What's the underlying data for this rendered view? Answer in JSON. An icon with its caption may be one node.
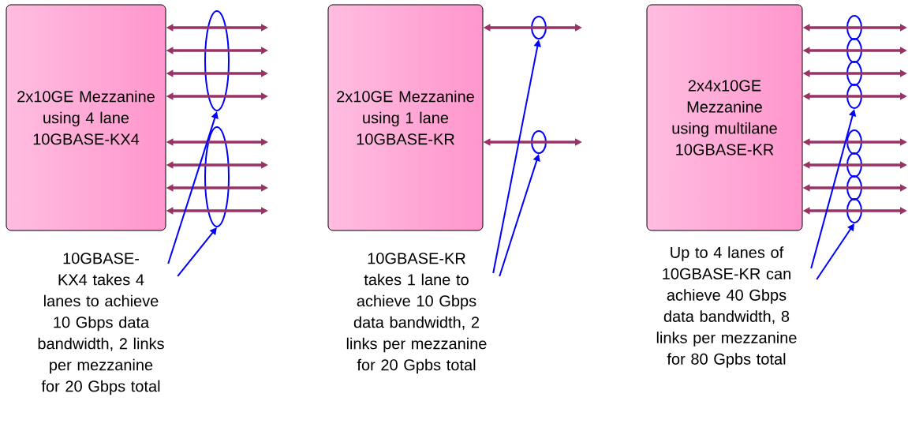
{
  "diagram": {
    "nodes": [
      {
        "text": [
          "2x10GE Mezzanine using 4 lane 10GBASE-KX4"
        ]
      },
      {
        "text": [],
        "shape": "ellipse"
      },
      {
        "text": [],
        "shape": "ellipse"
      },
      {
        "text": [
          "10GBASE-KX4 takes 4 lanes to achieve 10 Gbps data bandwidth, 2 links per mezzanine for 20 Gbps total"
        ]
      },
      {
        "text": [
          "2x10GE Mezzanine using 1 lane 10GBASE-KR"
        ]
      },
      {
        "text": [],
        "shape": "ellipse"
      },
      {
        "text": [],
        "shape": "ellipse"
      },
      {
        "text": [
          "10GBASE-KR takes 1 lane to achieve 10 Gbps data bandwidth, 2 links per mezzanine for 20 Gpbs total"
        ]
      },
      {
        "text": [
          "2x4x10GE Mezzanine using multilane 10GBASE-KR"
        ]
      },
      {
        "text": [],
        "shape": "ellipse"
      },
      {
        "text": [],
        "shape": "ellipse"
      },
      {
        "text": [],
        "shape": "ellipse"
      },
      {
        "text": [],
        "shape": "ellipse"
      },
      {
        "text": [],
        "shape": "ellipse"
      },
      {
        "text": [],
        "shape": "ellipse"
      },
      {
        "text": [],
        "shape": "ellipse"
      },
      {
        "text": [],
        "shape": "ellipse"
      },
      {
        "text": [
          "Up to 4 lanes of 10GBASE-KR can achieve 40 Gbps data bandwidth, 8 links per mezzanine for 80 Gpbs total"
        ]
      }
    ],
    "edges": [
      {
        "from": 0,
        "to": null,
        "arrow": "both"
      },
      {
        "from": 0,
        "to": null,
        "arrow": "both"
      },
      {
        "from": 0,
        "to": null,
        "arrow": "both"
      },
      {
        "from": 0,
        "to": null,
        "arrow": "both"
      },
      {
        "from": 0,
        "to": null,
        "arrow": "both"
      },
      {
        "from": 0,
        "to": null,
        "arrow": "both"
      },
      {
        "from": 0,
        "to": null,
        "arrow": "both"
      },
      {
        "from": 0,
        "to": null,
        "arrow": "both"
      },
      {
        "from": 4,
        "to": null,
        "arrow": "both"
      },
      {
        "from": 4,
        "to": null,
        "arrow": "both"
      },
      {
        "from": 8,
        "to": null,
        "arrow": "both"
      },
      {
        "from": 8,
        "to": null,
        "arrow": "both"
      },
      {
        "from": 8,
        "to": null,
        "arrow": "both"
      },
      {
        "from": 8,
        "to": null,
        "arrow": "both"
      },
      {
        "from": 8,
        "to": null,
        "arrow": "both"
      },
      {
        "from": 8,
        "to": null,
        "arrow": "both"
      },
      {
        "from": 8,
        "to": null,
        "arrow": "both"
      },
      {
        "from": 8,
        "to": null,
        "arrow": "both"
      },
      {
        "from": 3,
        "to": 1,
        "arrow": "to",
        "color": "#0000ff"
      },
      {
        "from": 3,
        "to": 2,
        "arrow": "to",
        "color": "#0000ff"
      },
      {
        "from": 7,
        "to": 5,
        "arrow": "to",
        "color": "#0000ff"
      },
      {
        "from": 7,
        "to": 6,
        "arrow": "to",
        "color": "#0000ff"
      },
      {
        "from": 17,
        "to": 12,
        "arrow": "to",
        "color": "#0000ff"
      },
      {
        "from": 17,
        "to": 16,
        "arrow": "to",
        "color": "#0000ff"
      }
    ]
  }
}
